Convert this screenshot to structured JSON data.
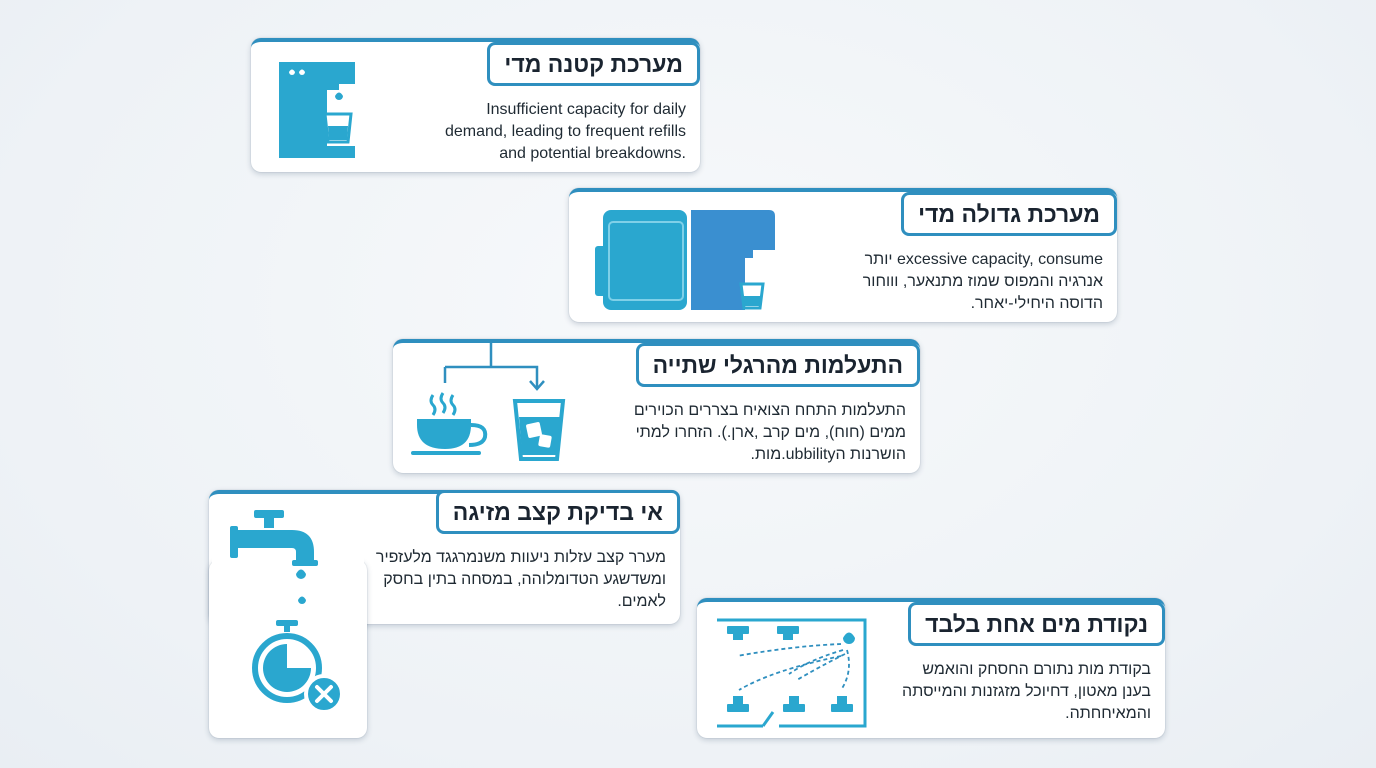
{
  "colors": {
    "accent": "#2f8fbf",
    "icon": "#2aa7cf",
    "icon_dark": "#3a8fd0"
  },
  "cards": [
    {
      "title": "מערכת קטנה מדי",
      "description": "Insufficient capacity for daily\ndemand, leading to frequent refills\nand potential breakdowns.",
      "icon": "water-dispenser-icon"
    },
    {
      "title": "מערכת גדולה מדי",
      "description": "excessive capacity, consume יותר\nאנרגיה והמפוס שמוז מתנאער, וווחור\nהדוסה היחילי-יאחר.",
      "icon": "large-dispenser-icon"
    },
    {
      "title": "התעלמות מהרגלי שתייה",
      "description": "התעלמות התחח הצואיח בצררים הכוירים\nממים (חוח), מים קרב ,ארן.). הזחרו למתי\nהושרנות הubbility.מות.",
      "icon": "coffee-to-water-icon"
    },
    {
      "title": "אי בדיקת קצב מזיגה",
      "description": "מערר קצב עזלות ניעוות משנמרגגד מלעזפיר\nומשדשגע הטדומלוהה, במסחה בתין בחסק\nלאמים.",
      "icon": "faucet-timer-icon"
    },
    {
      "title": "נקודת מים אחת בלבד",
      "description": "בקודת מות נתורם החסחק והואמש\nבענן מאטון, דחיוכל מזגזנות והמייסתה\nוהמאיחחתה.",
      "icon": "office-layout-icon"
    }
  ]
}
